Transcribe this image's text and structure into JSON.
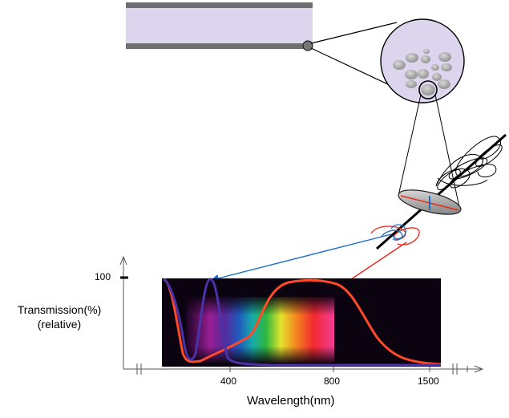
{
  "chart_data": {
    "type": "line",
    "ylabel_line1": "Transmission(%)",
    "ylabel_line2": "(relative)",
    "xlabel": "Wavelength(nm)",
    "y_tick": "100",
    "x_ticks": [
      "400",
      "800",
      "1500"
    ],
    "series": [
      {
        "color": "#ff4a2a"
      },
      {
        "color": "#4a32a8"
      }
    ]
  },
  "colors": {
    "fiber_fill": "#ddd5ee",
    "fiber_wall": "#707070",
    "spectrum_bg": "#0c0310",
    "arrow_blue": "#1a6fc4",
    "arrow_red": "#e8281c"
  }
}
